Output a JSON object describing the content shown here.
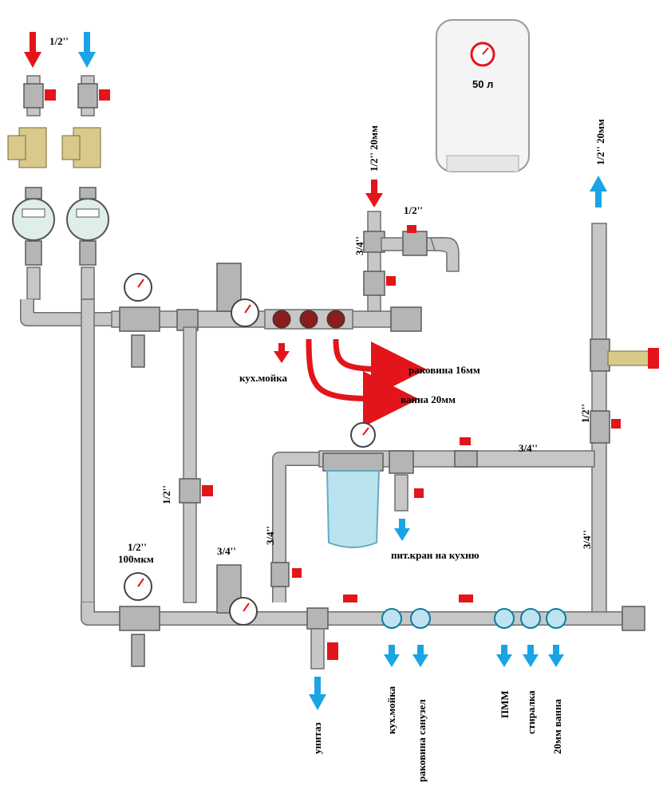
{
  "heater": {
    "volume_label": "50 л"
  },
  "inlet": {
    "size_label": "1/2''"
  },
  "labels": {
    "hot_riser": "1/2'' 20мм",
    "cold_riser": "1/2'' 20мм",
    "tee_3_4_top": "3/4''",
    "valve_1_2_top": "1/2''",
    "kitchen_sink_hot": "кух.мойка",
    "basin_hot": "раковина 16мм",
    "bath_hot": "ванна 20мм",
    "bypass_1_2": "1/2''",
    "reducer_cold_size": "1/2''",
    "reducer_cold_mesh": "100мкм",
    "reducer_cold_3_4": "3/4''",
    "filter_3_4": "3/4''",
    "filter_line_3_4": "3/4''",
    "right_1_2": "1/2''",
    "right_3_4": "3/4''",
    "drinking_tap": "пит.кран на кухню",
    "toilet": "унитаз",
    "kitchen_sink_cold": "кух.мойка",
    "basin_wc": "раковина санузел",
    "dishwasher": "ПММ",
    "washer": "стиралка",
    "bath_cold": "20мм  ванна"
  },
  "colors": {
    "hot": "#e4141b",
    "cold": "#1aa4e6",
    "pipe": "#c7c7c7"
  }
}
